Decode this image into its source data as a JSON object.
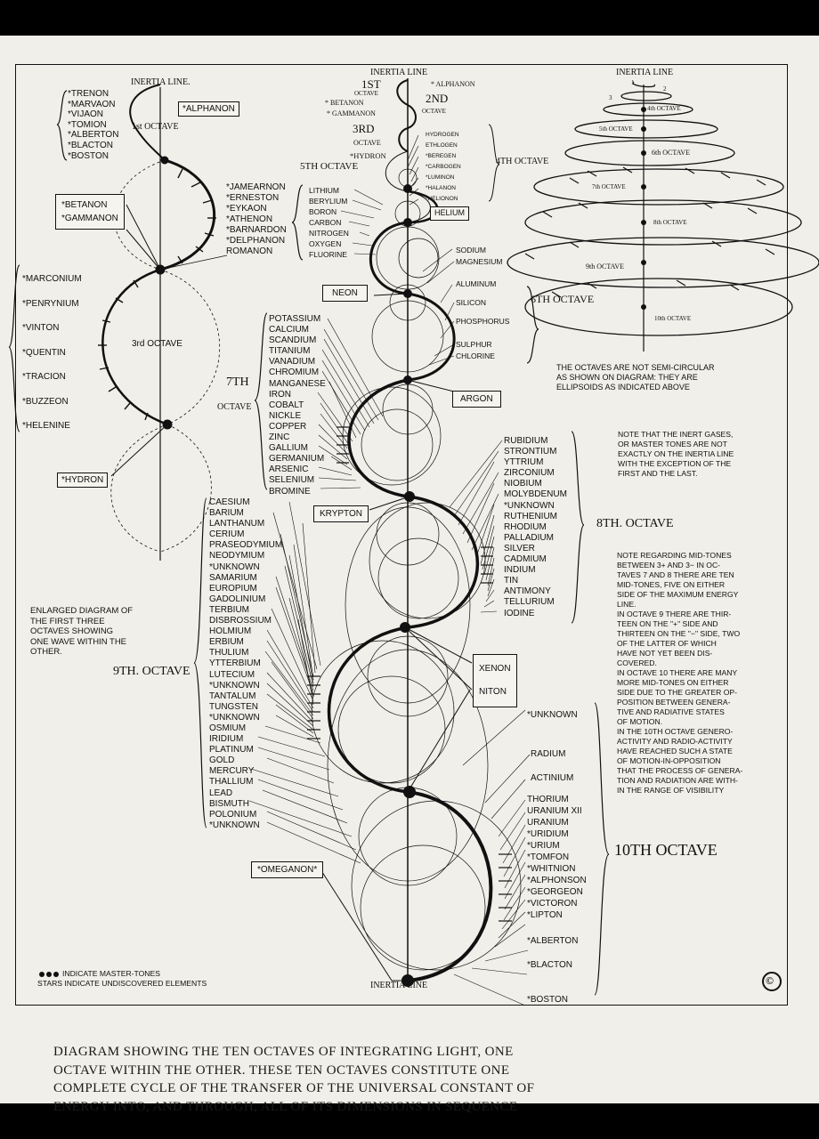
{
  "left_diagram": {
    "inertia_line": "INERTIA LINE.",
    "first_octave": "1st OCTAVE",
    "alphanon": "*ALPHANON",
    "group1": [
      "*TRENON",
      "*MARVAON",
      "*VIJAON",
      "*TOMION",
      "*ALBERTON",
      "*BLACTON",
      "*BOSTON"
    ],
    "betanon": "*BETANON",
    "gammanon": "*GAMMANON",
    "group2": [
      "*MARCONIUM",
      "*PENRYNIUM",
      "*VINTON",
      "*QUENTIN",
      "*TRACION",
      "*BUZZEON",
      "*HELENINE"
    ],
    "third_octave": "3rd OCTAVE",
    "hydron": "*HYDRON",
    "enlarged_note": [
      "ENLARGED DIAGRAM OF",
      "THE FIRST THREE",
      "OCTAVES SHOWING",
      "ONE WAVE WITHIN THE",
      "OTHER."
    ]
  },
  "center": {
    "inertia_line_top": "INERTIA LINE",
    "inertia_line_bottom": "INERTIA LINE",
    "first_octave_label": "1ST",
    "octave_word": "OCTAVE",
    "second_octave_label": "2ND",
    "third_octave_label": "3RD",
    "fourth_octave_label": "4TH OCTAVE",
    "fifth_octave_label": "5TH OCTAVE",
    "sixth_octave_label": "6TH OCTAVE",
    "seventh_octave_label": "7TH",
    "eighth_octave_label": "8TH. OCTAVE",
    "ninth_octave_label": "9TH. OCTAVE",
    "tenth_octave_label": "10TH OCTAVE",
    "alphanon": "* ALPHANON",
    "betanon": "* BETANON",
    "gammanon": "* GAMMANON",
    "hydron": "*HYDRON",
    "fourth_elements": [
      "HYDROGEN",
      "ETHLOGEN",
      "*BEREGEN",
      "*CARBOGEN",
      "*LUMINON",
      "*HALANON",
      "*HELIONON"
    ],
    "fifth_elements": [
      "*JAMEARNON",
      "*ERNESTON",
      "*EYKAON",
      "*ATHENON",
      "*BARNARDON",
      "*DELPHANON",
      "ROMANON"
    ],
    "fifth_left": [
      "LITHIUM",
      "BERYLIUM",
      "BORON",
      "CARBON",
      "NITROGEN",
      "OXYGEN",
      "FLUORINE"
    ],
    "helium": "HELIUM",
    "neon": "NEON",
    "sixth_elements": [
      "SODIUM",
      "MAGNESIUM",
      "ALUMINUM",
      "SILICON",
      "PHOSPHORUS",
      "SULPHUR",
      "CHLORINE"
    ],
    "seventh_elements": [
      "POTASSIUM",
      "CALCIUM",
      "SCANDIUM",
      "TITANIUM",
      "VANADIUM",
      "CHROMIUM",
      "MANGANESE",
      "IRON",
      "COBALT",
      "NICKLE",
      "COPPER",
      "ZINC",
      "GALLIUM",
      "GERMANIUM",
      "ARSENIC",
      "SELENIUM",
      "BROMINE"
    ],
    "argon": "ARGON",
    "krypton": "KRYPTON",
    "eighth_elements": [
      "RUBIDIUM",
      "STRONTIUM",
      "YTTRIUM",
      "ZIRCONIUM",
      "NIOBIUM",
      "MOLYBDENUM",
      "*UNKNOWN",
      "RUTHENIUM",
      "RHODIUM",
      "PALLADIUM",
      "SILVER",
      "CADMIUM",
      "INDIUM",
      "TIN",
      "ANTIMONY",
      "TELLURIUM",
      "IODINE"
    ],
    "ninth_elements": [
      "CAESIUM",
      "BARIUM",
      "LANTHANUM",
      "CERIUM",
      "PRASEODYMIUM",
      "NEODYMIUM",
      "*UNKNOWN",
      "SAMARIUM",
      "EUROPIUM",
      "GADOLINIUM",
      "TERBIUM",
      "DISBROSSIUM",
      "HOLMIUM",
      "ERBIUM",
      "THULIUM",
      "YTTERBIUM",
      "LUTECIUM",
      "*UNKNOWN",
      "TANTALUM",
      "TUNGSTEN",
      "*UNKNOWN",
      "OSMIUM",
      "IRIDIUM",
      "PLATINUM",
      "GOLD",
      "MERCURY",
      "THALLIUM",
      "LEAD",
      "BISMUTH",
      "POLONIUM",
      "*UNKNOWN"
    ],
    "xenon": "XENON",
    "niton": "NITON",
    "tenth_elements": [
      "*UNKNOWN",
      "RADIUM",
      "ACTINIUM",
      "THORIUM",
      "URANIUM XII",
      "URANIUM",
      "*URIDIUM",
      "*URIUM",
      "*TOMFON",
      "*WHITNION",
      "*ALPHONSON",
      "*GEORGEON",
      "*VICTORON",
      "*LIPTON",
      "*ALBERTON",
      "*BLACTON",
      "*BOSTON"
    ],
    "omeganon": "*OMEGANON*"
  },
  "right_diagram": {
    "inertia_line": "INERTIA LINE",
    "octaves": [
      "4th OCTAVE",
      "5th OCTAVE",
      "6th OCTAVE",
      "7th OCTAVE",
      "8th OCTAVE",
      "9th OCTAVE",
      "10th OCTAVE"
    ],
    "numbers": [
      "1",
      "2",
      "3"
    ],
    "ellipsoid_note": [
      "THE OCTAVES ARE NOT SEMI-CIRCULAR",
      "AS SHOWN ON DIAGRAM: THEY ARE",
      "ELLIPSOIDS AS INDICATED ABOVE"
    ]
  },
  "notes": {
    "inert_gases": [
      "NOTE THAT THE INERT GASES,",
      "OR MASTER TONES ARE NOT",
      "EXACTLY ON THE INERTIA LINE",
      "WITH THE EXCEPTION OF THE",
      "FIRST AND THE LAST."
    ],
    "mid_tones": [
      "NOTE REGARDING MID-TONES",
      "BETWEEN 3+ AND 3− IN OC-",
      "TAVES 7 AND 8 THERE ARE TEN",
      "MID-TONES, FIVE ON EITHER",
      "SIDE OF THE MAXIMUM ENERGY",
      "LINE.",
      "IN OCTAVE 9 THERE ARE THIR-",
      "TEEN ON THE \"+\" SIDE AND",
      "THIRTEEN ON THE \"−\" SIDE, TWO",
      "OF THE LATTER OF WHICH",
      "HAVE NOT YET BEEN DIS-",
      "COVERED.",
      "IN OCTAVE 10 THERE ARE MANY",
      "MORE MID-TONES ON EITHER",
      "SIDE DUE TO THE GREATER OP-",
      "POSITION BETWEEN GENERA-",
      "TIVE AND RADIATIVE STATES",
      "OF MOTION.",
      "IN THE 10th OCTAVE GENERO-",
      "ACTIVITY AND RADIO-ACTIVITY",
      "HAVE REACHED SUCH A STATE",
      "OF MOTION-IN-OPPOSITION",
      "THAT THE PROCESS OF GENERA-",
      "TION AND RADIATION ARE WITH-",
      "IN THE RANGE OF VISIBILITY"
    ]
  },
  "legend": {
    "line1": "INDICATE MASTER-TONES",
    "line2": "STARS INDICATE UNDISCOVERED ELEMENTS"
  },
  "copyright": "©",
  "caption": [
    "DIAGRAM SHOWING THE TEN OCTAVES OF INTEGRATING LIGHT, ONE",
    "OCTAVE WITHIN THE OTHER.  THESE TEN OCTAVES CONSTITUTE ONE",
    "COMPLETE CYCLE OF THE TRANSFER OF THE UNIVERSAL CONSTANT OF",
    "ENERGY INTO, AND THROUGH, ALL OF ITS DIMENSIONS IN SEQUENCE"
  ]
}
